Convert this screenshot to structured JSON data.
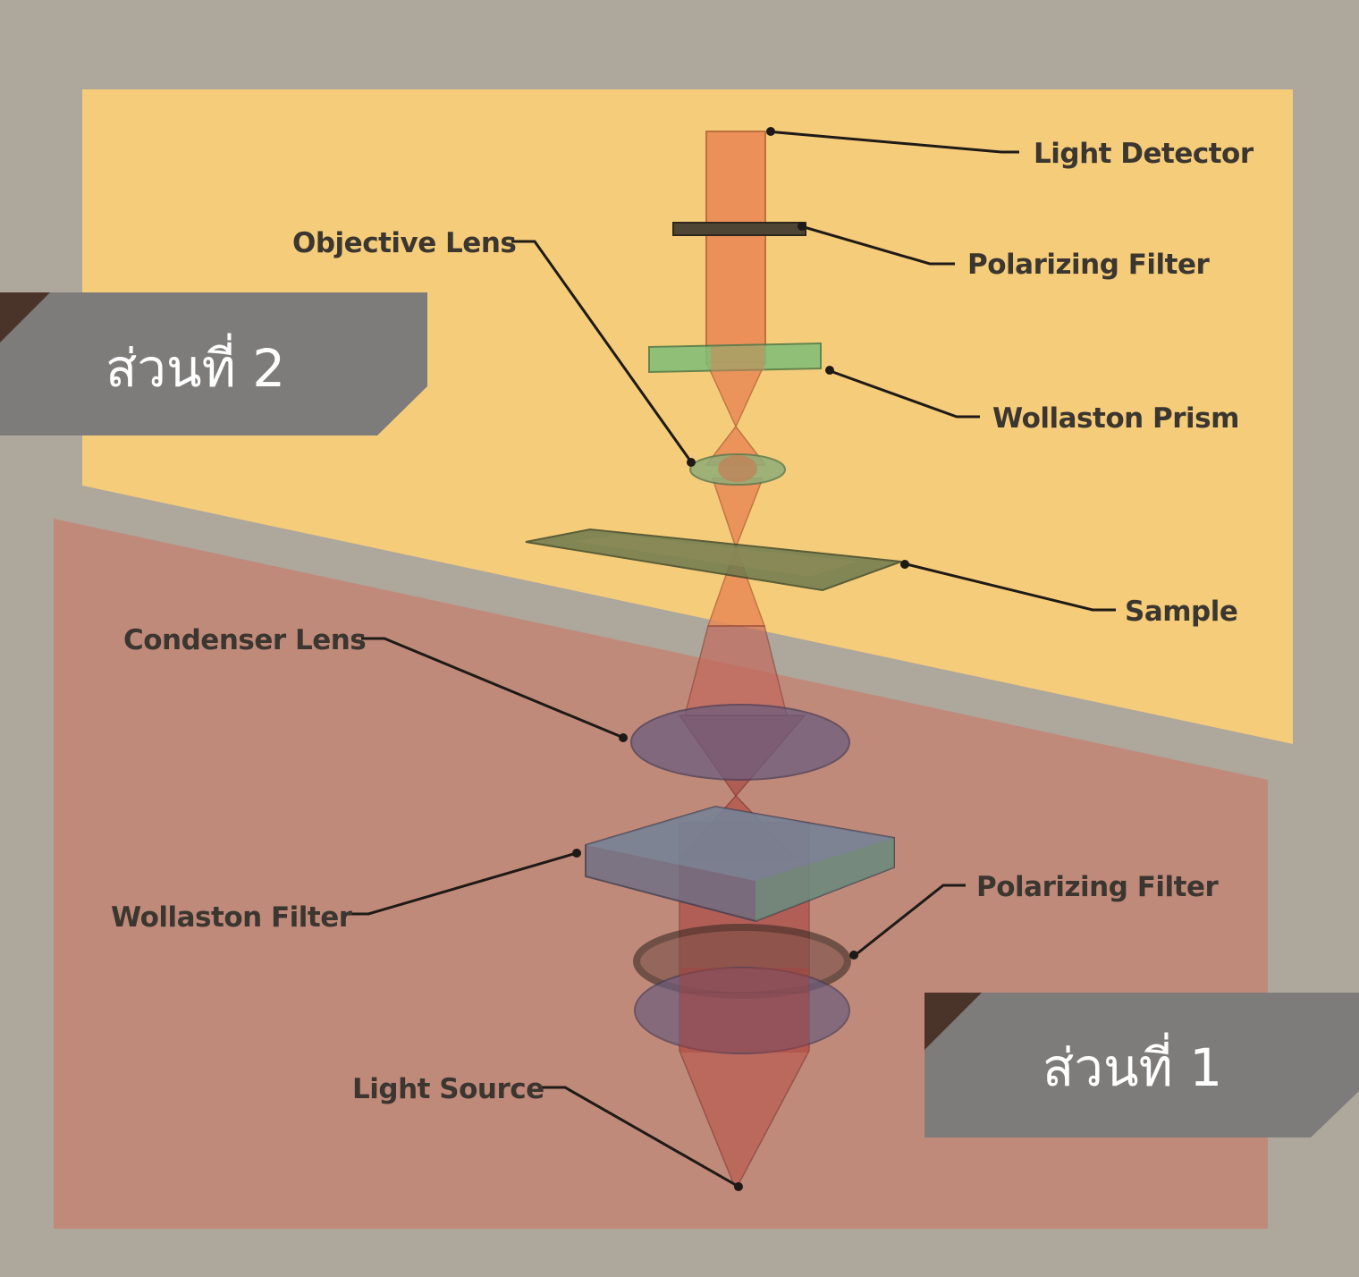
{
  "sections": {
    "part2": {
      "label": "ส่วนที่ 2"
    },
    "part1": {
      "label": "ส่วนที่ 1"
    }
  },
  "labels": {
    "light_detector": "Light Detector",
    "polarizing_filter_top": "Polarizing Filter",
    "objective_lens": "Objective Lens",
    "wollaston_prism": "Wollaston Prism",
    "sample": "Sample",
    "condenser_lens": "Condenser Lens",
    "wollaston_filter": "Wollaston Filter",
    "polarizing_filter_bottom": "Polarizing Filter",
    "light_source": "Light Source"
  },
  "colors": {
    "background": "#aea79c",
    "upper_panel": "#f5cc7a",
    "lower_panel": "#c08a7a",
    "section_tab": "#7d7c7b",
    "tab_corner": "#4a3328",
    "light_beam": "#e98a55",
    "optic_green": "#7fbf77",
    "optic_purple": "#6d5d7e"
  }
}
